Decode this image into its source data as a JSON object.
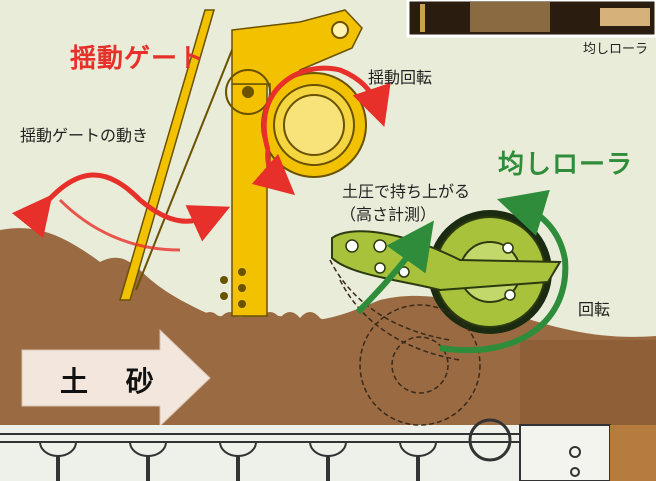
{
  "labels": {
    "photo_caption": "均しローラ",
    "gate_title": "揺動ゲート",
    "rocking_rotation": "揺動回転",
    "gate_motion": "揺動ゲートの動き",
    "roller_title": "均しローラ",
    "lift_line1": "土圧で持ち上がる",
    "lift_line2": "（高さ計測）",
    "rotation": "回転",
    "soil": "土 砂"
  },
  "colors": {
    "background": "#e9ecd8",
    "soil": "#9a6a42",
    "gate_yellow": "#f2c200",
    "roller_green": "#a8c23c",
    "arrow_red": "#e8302a",
    "arrow_green": "#2e8c3a"
  }
}
